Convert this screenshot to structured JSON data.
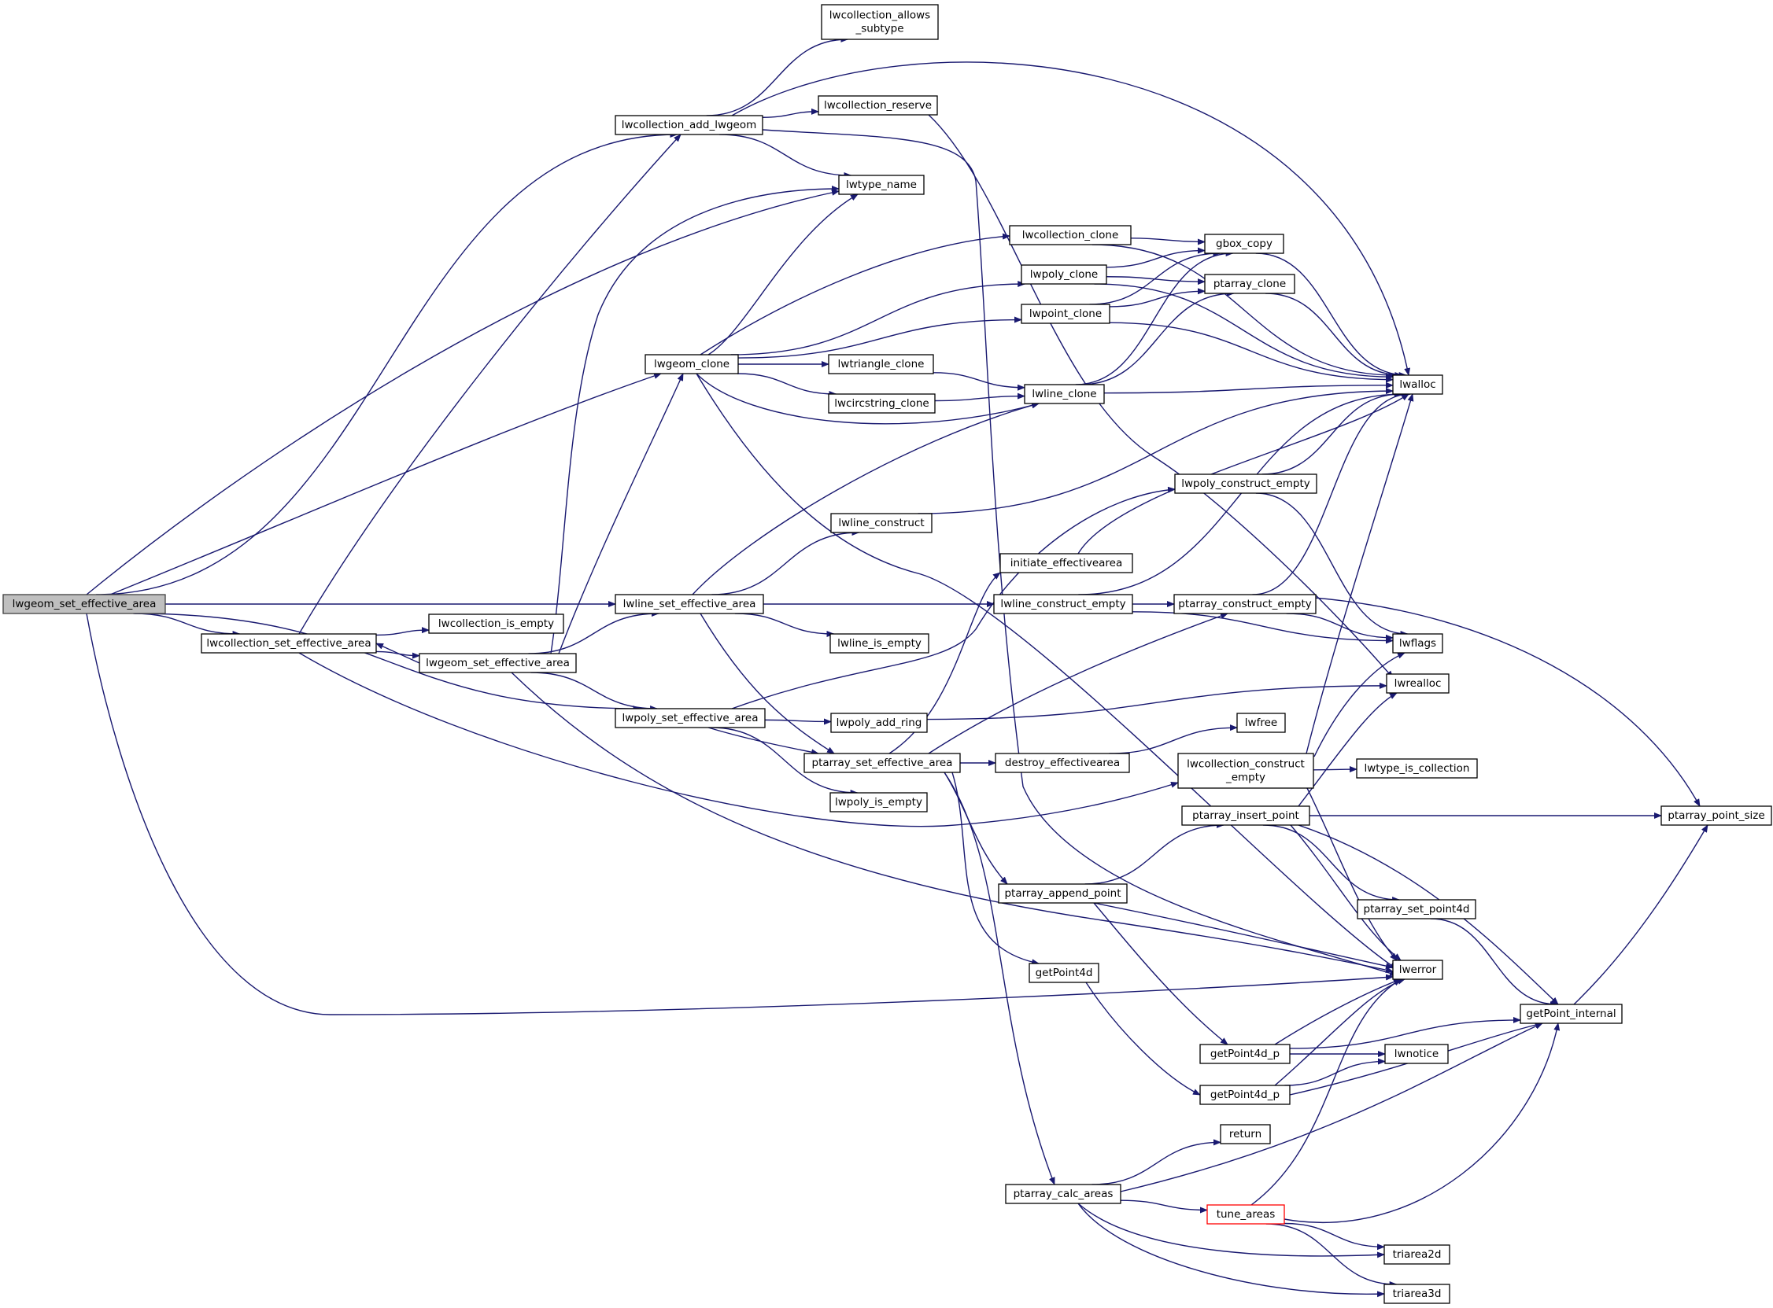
{
  "graph": {
    "nodes": [
      {
        "id": "root",
        "lines": [
          "lwgeom_set_effective_area"
        ],
        "style": "root"
      },
      {
        "id": "coll_allows",
        "lines": [
          "lwcollection_allows",
          "_subtype"
        ]
      },
      {
        "id": "coll_add",
        "lines": [
          "lwcollection_add_lwgeom"
        ]
      },
      {
        "id": "coll_reserve",
        "lines": [
          "lwcollection_reserve"
        ]
      },
      {
        "id": "lwtype_name",
        "lines": [
          "lwtype_name"
        ]
      },
      {
        "id": "coll_clone",
        "lines": [
          "lwcollection_clone"
        ]
      },
      {
        "id": "gbox_copy",
        "lines": [
          "gbox_copy"
        ]
      },
      {
        "id": "poly_clone",
        "lines": [
          "lwpoly_clone"
        ]
      },
      {
        "id": "ptarray_clone",
        "lines": [
          "ptarray_clone"
        ]
      },
      {
        "id": "point_clone",
        "lines": [
          "lwpoint_clone"
        ]
      },
      {
        "id": "lwgeom_clone",
        "lines": [
          "lwgeom_clone"
        ]
      },
      {
        "id": "triangle_clone",
        "lines": [
          "lwtriangle_clone"
        ]
      },
      {
        "id": "lwalloc",
        "lines": [
          "lwalloc"
        ]
      },
      {
        "id": "circ_clone",
        "lines": [
          "lwcircstring_clone"
        ]
      },
      {
        "id": "line_clone",
        "lines": [
          "lwline_clone"
        ]
      },
      {
        "id": "poly_cons_empty",
        "lines": [
          "lwpoly_construct_empty"
        ]
      },
      {
        "id": "line_construct",
        "lines": [
          "lwline_construct"
        ]
      },
      {
        "id": "init_ea",
        "lines": [
          "initiate_effectivearea"
        ]
      },
      {
        "id": "line_sea",
        "lines": [
          "lwline_set_effective_area"
        ]
      },
      {
        "id": "line_cons_empty",
        "lines": [
          "lwline_construct_empty"
        ]
      },
      {
        "id": "pa_cons_empty",
        "lines": [
          "ptarray_construct_empty"
        ]
      },
      {
        "id": "coll_sea",
        "lines": [
          "lwcollection_set_effective_area"
        ]
      },
      {
        "id": "coll_is_empty",
        "lines": [
          "lwcollection_is_empty"
        ]
      },
      {
        "id": "geom_sea2",
        "lines": [
          "lwgeom_set_effective_area"
        ]
      },
      {
        "id": "line_is_empty",
        "lines": [
          "lwline_is_empty"
        ]
      },
      {
        "id": "lwflags",
        "lines": [
          "lwflags"
        ]
      },
      {
        "id": "lwrealloc",
        "lines": [
          "lwrealloc"
        ]
      },
      {
        "id": "poly_sea",
        "lines": [
          "lwpoly_set_effective_area"
        ]
      },
      {
        "id": "poly_add_ring",
        "lines": [
          "lwpoly_add_ring"
        ]
      },
      {
        "id": "lwfree",
        "lines": [
          "lwfree"
        ]
      },
      {
        "id": "pa_sea",
        "lines": [
          "ptarray_set_effective_area"
        ]
      },
      {
        "id": "destroy_ea",
        "lines": [
          "destroy_effectivearea"
        ]
      },
      {
        "id": "coll_cons_empty",
        "lines": [
          "lwcollection_construct",
          "_empty"
        ]
      },
      {
        "id": "type_is_coll",
        "lines": [
          "lwtype_is_collection"
        ]
      },
      {
        "id": "poly_is_empty",
        "lines": [
          "lwpoly_is_empty"
        ]
      },
      {
        "id": "pa_insert",
        "lines": [
          "ptarray_insert_point"
        ]
      },
      {
        "id": "pa_point_size",
        "lines": [
          "ptarray_point_size"
        ]
      },
      {
        "id": "pa_append",
        "lines": [
          "ptarray_append_point"
        ]
      },
      {
        "id": "pa_set_p4d",
        "lines": [
          "ptarray_set_point4d"
        ]
      },
      {
        "id": "getPoint4d",
        "lines": [
          "getPoint4d"
        ]
      },
      {
        "id": "lwerror",
        "lines": [
          "lwerror"
        ]
      },
      {
        "id": "getPoint_internal",
        "lines": [
          "getPoint_internal"
        ]
      },
      {
        "id": "getPoint4d_p1",
        "lines": [
          "getPoint4d_p"
        ]
      },
      {
        "id": "lwnotice",
        "lines": [
          "lwnotice"
        ]
      },
      {
        "id": "getPoint4d_p2",
        "lines": [
          "getPoint4d_p"
        ]
      },
      {
        "id": "return",
        "lines": [
          "return"
        ]
      },
      {
        "id": "pa_calc_areas",
        "lines": [
          "ptarray_calc_areas"
        ]
      },
      {
        "id": "tune_areas",
        "lines": [
          "tune_areas"
        ],
        "style": "red"
      },
      {
        "id": "triarea2d",
        "lines": [
          "triarea2d"
        ]
      },
      {
        "id": "triarea3d",
        "lines": [
          "triarea3d"
        ]
      }
    ],
    "edges": [
      [
        "root",
        "coll_add"
      ],
      [
        "root",
        "lwtype_name"
      ],
      [
        "root",
        "lwgeom_clone"
      ],
      [
        "root",
        "line_sea"
      ],
      [
        "root",
        "coll_sea"
      ],
      [
        "root",
        "poly_sea"
      ],
      [
        "root",
        "lwerror"
      ],
      [
        "coll_add",
        "coll_allows"
      ],
      [
        "coll_add",
        "coll_reserve"
      ],
      [
        "coll_add",
        "lwtype_name"
      ],
      [
        "coll_add",
        "lwalloc"
      ],
      [
        "coll_add",
        "lwerror"
      ],
      [
        "coll_reserve",
        "lwrealloc"
      ],
      [
        "lwgeom_clone",
        "lwtype_name"
      ],
      [
        "lwgeom_clone",
        "coll_clone"
      ],
      [
        "lwgeom_clone",
        "poly_clone"
      ],
      [
        "lwgeom_clone",
        "point_clone"
      ],
      [
        "lwgeom_clone",
        "triangle_clone"
      ],
      [
        "lwgeom_clone",
        "circ_clone"
      ],
      [
        "lwgeom_clone",
        "line_clone"
      ],
      [
        "lwgeom_clone",
        "lwerror"
      ],
      [
        "coll_clone",
        "gbox_copy"
      ],
      [
        "coll_clone",
        "lwalloc"
      ],
      [
        "poly_clone",
        "gbox_copy"
      ],
      [
        "poly_clone",
        "ptarray_clone"
      ],
      [
        "poly_clone",
        "lwalloc"
      ],
      [
        "point_clone",
        "gbox_copy"
      ],
      [
        "point_clone",
        "ptarray_clone"
      ],
      [
        "point_clone",
        "lwalloc"
      ],
      [
        "triangle_clone",
        "line_clone"
      ],
      [
        "circ_clone",
        "line_clone"
      ],
      [
        "line_clone",
        "gbox_copy"
      ],
      [
        "line_clone",
        "ptarray_clone"
      ],
      [
        "line_clone",
        "lwalloc"
      ],
      [
        "gbox_copy",
        "lwalloc"
      ],
      [
        "ptarray_clone",
        "lwalloc"
      ],
      [
        "line_sea",
        "line_clone"
      ],
      [
        "line_sea",
        "line_construct"
      ],
      [
        "line_sea",
        "line_cons_empty"
      ],
      [
        "line_sea",
        "line_is_empty"
      ],
      [
        "line_sea",
        "pa_sea"
      ],
      [
        "line_construct",
        "lwalloc"
      ],
      [
        "line_cons_empty",
        "lwalloc"
      ],
      [
        "line_cons_empty",
        "pa_cons_empty"
      ],
      [
        "line_cons_empty",
        "lwflags"
      ],
      [
        "pa_cons_empty",
        "lwalloc"
      ],
      [
        "pa_cons_empty",
        "lwflags"
      ],
      [
        "pa_cons_empty",
        "pa_point_size"
      ],
      [
        "poly_cons_empty",
        "lwalloc"
      ],
      [
        "poly_cons_empty",
        "lwflags"
      ],
      [
        "init_ea",
        "lwalloc"
      ],
      [
        "coll_sea",
        "coll_add"
      ],
      [
        "coll_sea",
        "coll_is_empty"
      ],
      [
        "coll_sea",
        "geom_sea2"
      ],
      [
        "coll_sea",
        "coll_cons_empty"
      ],
      [
        "geom_sea2",
        "coll_sea"
      ],
      [
        "geom_sea2",
        "lwtype_name"
      ],
      [
        "geom_sea2",
        "lwgeom_clone"
      ],
      [
        "geom_sea2",
        "line_sea"
      ],
      [
        "geom_sea2",
        "poly_sea"
      ],
      [
        "geom_sea2",
        "lwerror"
      ],
      [
        "poly_sea",
        "poly_cons_empty"
      ],
      [
        "poly_sea",
        "poly_add_ring"
      ],
      [
        "poly_sea",
        "pa_sea"
      ],
      [
        "poly_sea",
        "poly_is_empty"
      ],
      [
        "poly_add_ring",
        "lwrealloc"
      ],
      [
        "pa_sea",
        "init_ea"
      ],
      [
        "pa_sea",
        "pa_cons_empty"
      ],
      [
        "pa_sea",
        "destroy_ea"
      ],
      [
        "pa_sea",
        "pa_append"
      ],
      [
        "pa_sea",
        "getPoint4d"
      ],
      [
        "pa_sea",
        "pa_calc_areas"
      ],
      [
        "destroy_ea",
        "lwfree"
      ],
      [
        "coll_cons_empty",
        "lwalloc"
      ],
      [
        "coll_cons_empty",
        "lwflags"
      ],
      [
        "coll_cons_empty",
        "type_is_coll"
      ],
      [
        "coll_cons_empty",
        "lwerror"
      ],
      [
        "pa_insert",
        "pa_point_size"
      ],
      [
        "pa_insert",
        "lwrealloc"
      ],
      [
        "pa_insert",
        "pa_set_p4d"
      ],
      [
        "pa_insert",
        "lwerror"
      ],
      [
        "pa_insert",
        "getPoint_internal"
      ],
      [
        "pa_append",
        "pa_insert"
      ],
      [
        "pa_append",
        "lwerror"
      ],
      [
        "pa_append",
        "getPoint4d_p1"
      ],
      [
        "pa_set_p4d",
        "getPoint_internal"
      ],
      [
        "getPoint4d",
        "getPoint4d_p2"
      ],
      [
        "getPoint4d_p1",
        "lwerror"
      ],
      [
        "getPoint4d_p1",
        "getPoint_internal"
      ],
      [
        "getPoint4d_p1",
        "lwnotice"
      ],
      [
        "getPoint4d_p2",
        "lwerror"
      ],
      [
        "getPoint4d_p2",
        "lwnotice"
      ],
      [
        "getPoint4d_p2",
        "getPoint_internal"
      ],
      [
        "getPoint_internal",
        "pa_point_size"
      ],
      [
        "pa_calc_areas",
        "return"
      ],
      [
        "pa_calc_areas",
        "tune_areas"
      ],
      [
        "pa_calc_areas",
        "triarea2d"
      ],
      [
        "pa_calc_areas",
        "triarea3d"
      ],
      [
        "pa_calc_areas",
        "getPoint_internal"
      ],
      [
        "tune_areas",
        "lwerror"
      ],
      [
        "tune_areas",
        "getPoint_internal"
      ],
      [
        "tune_areas",
        "triarea2d"
      ],
      [
        "tune_areas",
        "triarea3d"
      ]
    ]
  }
}
